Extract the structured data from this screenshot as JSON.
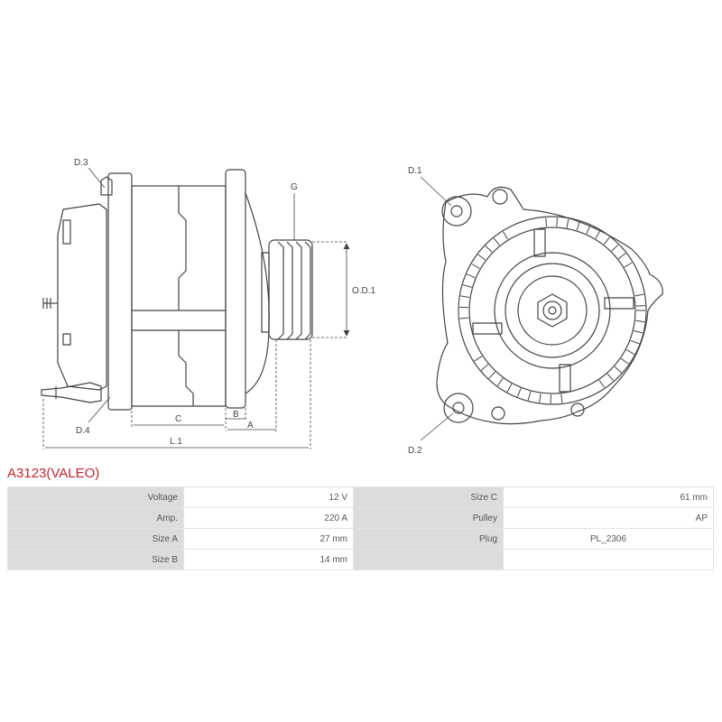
{
  "product": {
    "title": "A3123(VALEO)"
  },
  "drawing": {
    "labels": {
      "d3": "D.3",
      "d4": "D.4",
      "g": "G",
      "od1": "O.D.1",
      "c": "C",
      "b": "B",
      "a": "A",
      "l1": "L.1",
      "d1": "D.1",
      "d2": "D.2"
    }
  },
  "specs": {
    "rows": [
      {
        "k1": "Voltage",
        "v1": "12 V",
        "k2": "Size C",
        "v2": "61 mm"
      },
      {
        "k1": "Amp.",
        "v1": "220 A",
        "k2": "Pulley",
        "v2": "AP"
      },
      {
        "k1": "Size A",
        "v1": "27 mm",
        "k2": "Plug",
        "v2": "PL_2306"
      },
      {
        "k1": "Size B",
        "v1": "14 mm",
        "k2": "",
        "v2": ""
      }
    ]
  },
  "colors": {
    "title": "#c0262d",
    "line": "#444444",
    "label_cell": "#dcdcdc"
  }
}
